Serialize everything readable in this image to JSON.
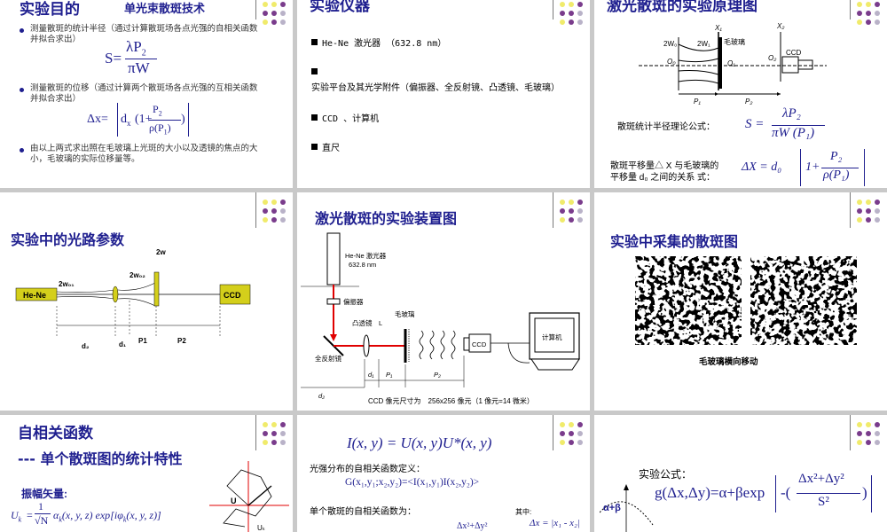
{
  "slide1": {
    "title": "实验目的",
    "subtitle": "单光束散斑技术",
    "bullet1": "测量散斑的统计半径（通过计算散斑场各点光强的自相关函数并拟合求出）",
    "formula1_lhs": "S=",
    "formula1_num": "λP",
    "formula1_num_sub": "2",
    "formula1_den": "πW",
    "bullet2": "测量散斑的位移（通过计算两个散斑场各点光强的互相关函数并拟合求出）",
    "formula2_lhs": "Δx=",
    "formula2_d": "d",
    "formula2_d_sub": "x",
    "formula2_open": "(1+",
    "formula2_num": "P",
    "formula2_num_sub": "2",
    "formula2_den": "ρ(P",
    "formula2_den_sub": "1",
    "formula2_den_close": ")",
    "formula2_close": ")",
    "bullet3": "由以上两式求出照在毛玻璃上光斑的大小以及透镜的焦点的大小，毛玻璃的实际位移量等。"
  },
  "slide2": {
    "title": "实验仪器",
    "items": [
      "He-Ne 激光器 （632.8 nm）",
      "实验平台及其光学附件（偏振器、全反射镜、凸透镜、毛玻璃）",
      "CCD 、计算机",
      "直尺"
    ]
  },
  "slide3": {
    "title": "激光散斑的实验原理图",
    "diag": {
      "x1": "X₁",
      "x2": "X₂",
      "w0": "2W₀",
      "w1": "2W₁",
      "glass": "毛玻璃",
      "o0": "O₀",
      "o1": "O₁",
      "o2": "O₂",
      "ccd": "CCD",
      "p1": "P₁",
      "p2": "P₂"
    },
    "label1": "散斑统计半径理论公式：",
    "f1_lhs": "S =",
    "f1_num": "λP₂",
    "f1_den": "πW (P₁)",
    "label2a": "散斑平移量△ X 与毛玻璃的",
    "label2b": "平移量 d₀ 之间的关系 式：",
    "f2_lhs": "ΔX = d₀",
    "f2_one": "1+",
    "f2_num": "P₂",
    "f2_den": "ρ(P₁)"
  },
  "slide4": {
    "title": "实验中的光路参数",
    "hene": "He-Ne",
    "ccd": "CCD",
    "w01": "2w₀₁",
    "w02": "2w₀₂",
    "w": "2w",
    "d2": "d₂",
    "d1": "d₁",
    "p1": "P1",
    "p2": "P2"
  },
  "slide5": {
    "title": "激光散斑的实验装置图",
    "laser": "He-Ne 激光器",
    "wavelength": "632.8 nm",
    "polarizer": "偏振器",
    "lens": "凸透镜",
    "lens_l": "L",
    "glass": "毛玻璃",
    "mirror": "全反射镜",
    "ccd": "CCD",
    "computer": "计算机",
    "d1": "d₁",
    "d2": "d₂",
    "p1": "P₁",
    "p2": "P₂",
    "caption": "CCD 像元尺寸为　256x256 像元（1 像元=14 微米）"
  },
  "slide6": {
    "title": "实验中采集的散斑图",
    "caption": "毛玻璃横向移动"
  },
  "slide7": {
    "title": "自相关函数",
    "subtitle": "--- 单个散斑图的统计特性",
    "label": "振幅矢量:",
    "formula": "Uₖ = (1/√N) αₖ(x, y, z) exp[iφₖ(x, y, z)]",
    "f_lhs": "U",
    "f_lhs_sub": "k",
    "f_eq": "=",
    "f_num": "1",
    "f_den": "√N",
    "f_rest": "α",
    "f_rest_sub": "k",
    "f_rest2": "(x, y, z) exp",
    "f_bracket": "[iφ",
    "f_bracket_sub": "k",
    "f_bracket2": "(x, y, z)]",
    "u_label": "U",
    "uk_label": "Uₖ"
  },
  "slide8": {
    "formula_top": "I(x, y) = U(x, y)U*(x, y)",
    "label1": "光强分布的自相关函数定义：",
    "formula_def": "G(x₁,y₁;x₂,y₂)=<I(x₁,y₁)I(x₂,y₂)>",
    "label2": "单个散斑的自相关函数为：",
    "where": "其中:",
    "dx": "Δx = |x₁ - x₂|",
    "partial": "Δx²+Δy²"
  },
  "slide9": {
    "label": "实验公式：",
    "formula_lhs": "g(Δx,Δy)=α+βexp",
    "formula_num": "Δx²+Δy²",
    "formula_den": "S²",
    "formula_open": "-(",
    "formula_close": ")",
    "axis_label": "α+β"
  },
  "colors": {
    "title": "#1f1f8f",
    "dots": [
      "#f0eb6b",
      "#7a3c8c",
      "#b9b2c8"
    ],
    "red_beam": "#e00000",
    "yellow_box": "#d4cf1b"
  }
}
